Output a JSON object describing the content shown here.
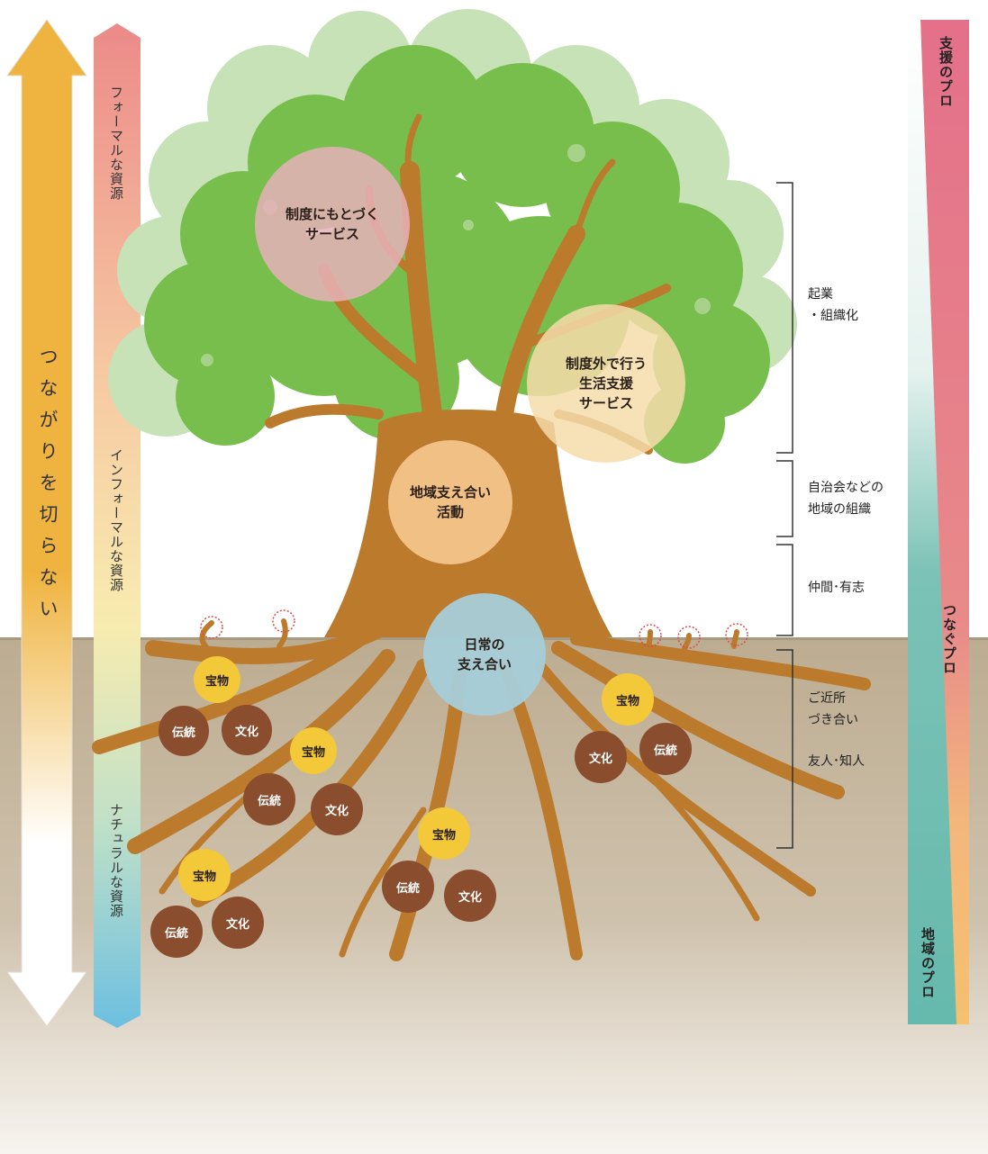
{
  "colors": {
    "sky": "#ffffff",
    "soil": "#c1b196",
    "trunk": "#bb7a2c",
    "canopy_dark": "#79bf4e",
    "canopy_light": "#c5e0b4",
    "arrow_orange": "#efb440",
    "treasure": "#f3c93a",
    "tradition": "#8a4d2e",
    "pro_pink": "#e5728c",
    "pro_teal": "#6fbcb0"
  },
  "left_arrow": {
    "label": "つながりを切らない"
  },
  "resource_bar": {
    "formal": "フォーマルな資源",
    "informal": "インフォーマルな資源",
    "natural": "ナチュラルな資源"
  },
  "circles": {
    "institutional": "制度にもとづく\nサービス",
    "non_institutional": "制度外で行う\n生活支援\nサービス",
    "community": "地域支え合い\n活動",
    "daily": "日常の\n支え合い"
  },
  "root_items": {
    "treasure": "宝物",
    "tradition": "伝統",
    "culture": "文化"
  },
  "brackets": {
    "business": "起業\n・組織化",
    "neighborhood_org": "自治会などの\n地域の組織",
    "peers": "仲間･有志",
    "neighbors": "ご近所\nづき合い",
    "friends": "友人･知人"
  },
  "pros": {
    "support": "支援のプロ",
    "connect": "つなぐプロ",
    "local": "地域のプロ"
  }
}
